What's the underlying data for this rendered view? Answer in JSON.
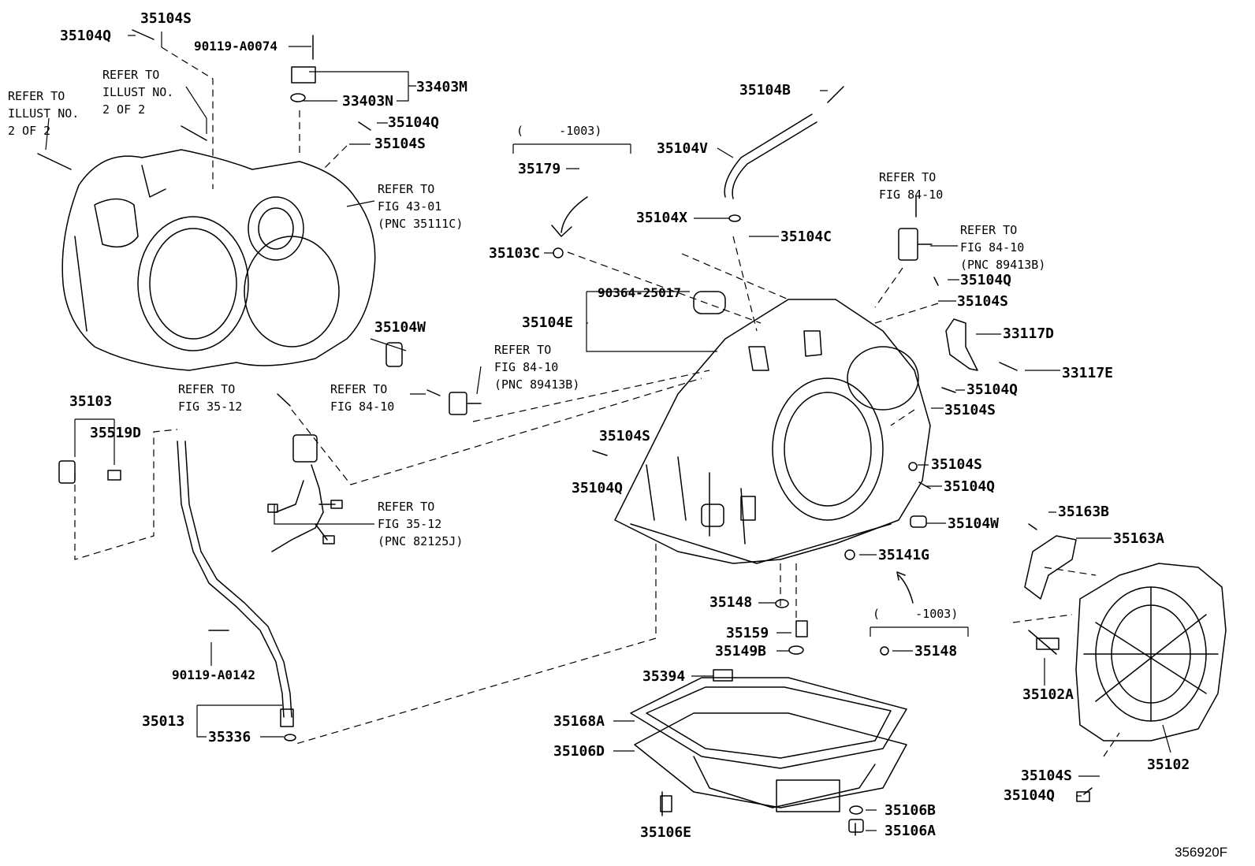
{
  "parts": {
    "p35104Q_a": "35104Q",
    "p35104S_a": "35104S",
    "p90119A0074": "90119-A0074",
    "p33403M": "33403M",
    "p33403N": "33403N",
    "p35104Q_b": "35104Q",
    "p35104S_b": "35104S",
    "p35179": "35179",
    "p35103C": "35103C",
    "p35104B": "35104B",
    "p35104V": "35104V",
    "p35104X": "35104X",
    "p35104C": "35104C",
    "p90364": "90364-25017",
    "p35104E": "35104E",
    "p35104W_a": "35104W",
    "p35104Q_c": "35104Q",
    "p35104S_c": "35104S",
    "p33117D": "33117D",
    "p33117E": "33117E",
    "p35104Q_d": "35104Q",
    "p35104S_d": "35104S",
    "p35103": "35103",
    "p35519D": "35519D",
    "p35104S_e": "35104S",
    "p35104Q_e": "35104Q",
    "p35104S_f": "35104S",
    "p35104Q_f": "35104Q",
    "p35104W_b": "35104W",
    "p35163B": "35163B",
    "p35163A": "35163A",
    "p35141G": "35141G",
    "p35148_a": "35148",
    "p35159": "35159",
    "p35149B": "35149B",
    "p35148_b": "35148",
    "p90119A0142": "90119-A0142",
    "p35013": "35013",
    "p35336": "35336",
    "p35394": "35394",
    "p35168A": "35168A",
    "p35106D": "35106D",
    "p35106E": "35106E",
    "p35106B": "35106B",
    "p35106A": "35106A",
    "p35102A": "35102A",
    "p35102": "35102",
    "p35104S_g": "35104S",
    "p35104Q_g": "35104Q"
  },
  "notes": {
    "ref_illust_left": "REFER TO\nILLUST NO.\n2 OF 2",
    "ref_illust_mid": "REFER TO\nILLUST NO.\n2 OF 2",
    "ref_fig4301": "REFER TO\nFIG 43-01\n(PNC 35111C)",
    "ref_fig8410_top": "REFER TO\nFIG 84-10",
    "ref_fig8410_right": "REFER TO\nFIG 84-10\n(PNC 89413B)",
    "ref_fig8410_mid": "REFER TO\nFIG 84-10\n(PNC 89413B)",
    "ref_fig8410_small": "REFER TO\nFIG 84-10",
    "ref_fig3512_a": "REFER TO\nFIG 35-12",
    "ref_fig3512_b": "REFER TO\nFIG 35-12\n(PNC 82125J)",
    "date_range_a": "(     -1003)",
    "date_range_b": "(     -1003)"
  },
  "diagram_code": "356920F"
}
